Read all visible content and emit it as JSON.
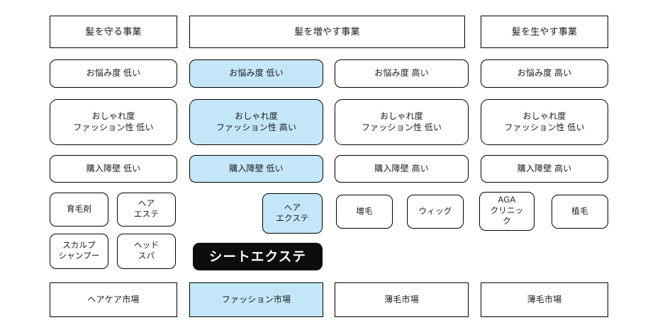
{
  "diagram": {
    "title_row": {
      "nodes": [
        {
          "label": "髪を守る事業",
          "highlight": false
        },
        {
          "label": "髪を増やす事業",
          "highlight": false
        },
        {
          "label": "髪を生やす事業",
          "highlight": false
        }
      ]
    },
    "worry_row": {
      "nodes": [
        {
          "label": "お悩み度 低い",
          "highlight": false
        },
        {
          "label": "お悩み度 低い",
          "highlight": true
        },
        {
          "label": "お悩み度 高い",
          "highlight": false
        },
        {
          "label": "お悩み度 高い",
          "highlight": false
        }
      ]
    },
    "fashion_row": {
      "nodes": [
        {
          "label": "おしゃれ度\nファッション性 低い",
          "highlight": false
        },
        {
          "label": "おしゃれ度\nファッション性 高い",
          "highlight": true
        },
        {
          "label": "おしゃれ度\nファッション性 低い",
          "highlight": false
        },
        {
          "label": "おしゃれ度\nファッション性 低い",
          "highlight": false
        }
      ]
    },
    "barrier_row": {
      "nodes": [
        {
          "label": "購入障壁 低い",
          "highlight": false
        },
        {
          "label": "購入障壁 低い",
          "highlight": true
        },
        {
          "label": "購入障壁 高い",
          "highlight": false
        },
        {
          "label": "購入障壁 高い",
          "highlight": false
        }
      ]
    },
    "product_nodes": [
      {
        "label": "育毛剤",
        "highlight": false
      },
      {
        "label": "ヘア\nエステ",
        "highlight": false
      },
      {
        "label": "スカルプ\nシャンプー",
        "highlight": false
      },
      {
        "label": "ヘッド\nスパ",
        "highlight": false
      },
      {
        "label": "ヘア\nエクステ",
        "highlight": true
      },
      {
        "label": "増毛",
        "highlight": false
      },
      {
        "label": "ウィッグ",
        "highlight": false
      },
      {
        "label": "AGA\nクリニッ\nク",
        "highlight": false
      },
      {
        "label": "植毛",
        "highlight": false
      }
    ],
    "feature_node": {
      "label": "シートエクステ",
      "highlight": false,
      "style": "black"
    },
    "market_row": {
      "nodes": [
        {
          "label": "ヘアケア市場",
          "highlight": false
        },
        {
          "label": "ファッション市場",
          "highlight": true
        },
        {
          "label": "薄毛市場",
          "highlight": false
        },
        {
          "label": "薄毛市場",
          "highlight": false
        }
      ]
    }
  },
  "colors": {
    "highlight_fill": "#c3e7f8",
    "border": "#000000",
    "feature_fill": "#0d0d0d",
    "feature_text": "#ffffff",
    "background": "#ffffff"
  }
}
